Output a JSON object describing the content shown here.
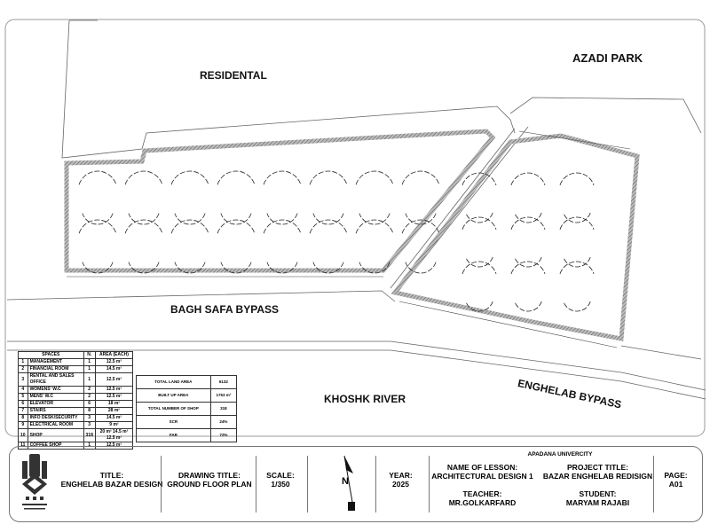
{
  "labels": {
    "residental": "RESIDENTAL",
    "azadi_park": "AZADI PARK",
    "bagh_safa": "BAGH SAFA BYPASS",
    "khoshk_river": "KHOSHK RIVER",
    "enghelab_bypass": "ENGHELAB BYPASS"
  },
  "spaces_table": {
    "headers": [
      "SPACES",
      "N.",
      "AREA (EACH)"
    ],
    "rows": [
      [
        "1",
        "MANAGEMENT",
        "1",
        "12.5 m²"
      ],
      [
        "2",
        "FINANCIAL ROOM",
        "1",
        "14.5 m²"
      ],
      [
        "3",
        "RENTAL AND SALES OFFICE",
        "1",
        "12.5 m²"
      ],
      [
        "4",
        "WOMENS' W.C",
        "2",
        "12.5 m²"
      ],
      [
        "5",
        "MENS' W.C",
        "2",
        "12.5 m²"
      ],
      [
        "6",
        "ELEVATOR",
        "6",
        "18 m²"
      ],
      [
        "7",
        "STAIRS",
        "8",
        "28 m²"
      ],
      [
        "8",
        "INFO DESK/SECURITY",
        "3",
        "14.5 m²"
      ],
      [
        "9",
        "ELECTRICAL ROOM",
        "3",
        "9 m²"
      ],
      [
        "10",
        "SHOP",
        "318",
        "20 m² 14.5 m² 12.5 m²"
      ],
      [
        "11",
        "COFFEE SHOP",
        "1",
        "12.5 m²"
      ]
    ]
  },
  "summary_table": [
    [
      "TOTAL LAND AREA",
      "6132"
    ],
    [
      "BUILT UP AREA",
      "1753 m²"
    ],
    [
      "TOTAL NUMBER OF SHOP",
      "318"
    ],
    [
      "SCR",
      "24%"
    ],
    [
      "FAR",
      "72%"
    ]
  ],
  "title_block": {
    "title_label": "TITLE:",
    "title": "ENGHELAB BAZAR DESIGN",
    "drawing_label": "DRAWING TITLE:",
    "drawing": "GROUND FLOOR PLAN",
    "scale_label": "SCALE:",
    "scale": "1/350",
    "north": "N",
    "year_label": "YEAR:",
    "year": "2025",
    "university": "APADANA UNIVERCITY",
    "lesson_label": "NAME OF LESSON:",
    "lesson": "ARCHITECTURAL DESIGN 1",
    "project_label": "PROJECT TITLE:",
    "project": "BAZAR ENGHELAB REDISIGN",
    "teacher_label": "TEACHER:",
    "teacher": "MR.GOLKARFARD",
    "student_label": "STUDENT:",
    "student": "MARYAM RAJABI",
    "page_label": "PAGE:",
    "page": "A01"
  }
}
